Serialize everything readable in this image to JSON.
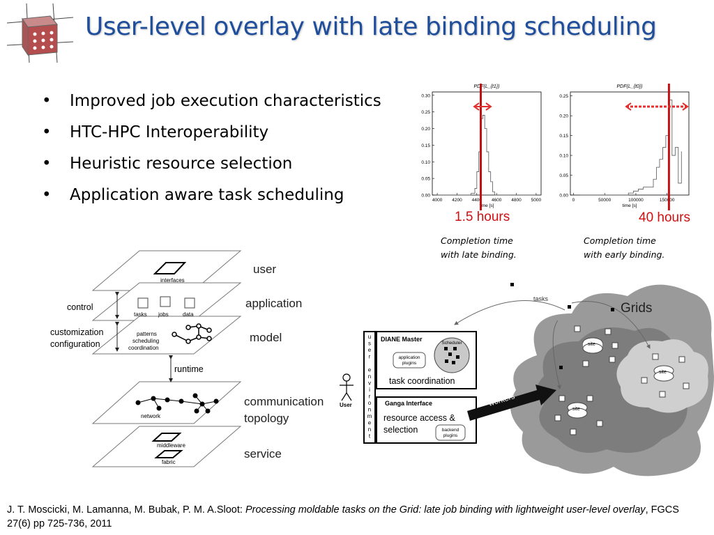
{
  "slide": {
    "title": "User-level overlay with late binding scheduling",
    "bullets": [
      "Improved job execution characteristics",
      "HTC-HPC Interoperability",
      "Heuristic resource selection",
      "Application aware task scheduling"
    ],
    "citation": {
      "authors": "J. T. Moscicki, M. Lamanna, M. Bubak, P. M. A.Sloot: ",
      "paper_title": "Processing moldable tasks on the Grid: late job binding with lightweight user-level overlay",
      "venue": ", FGCS 27(6) pp 725-736, 2011"
    }
  },
  "charts": {
    "late": {
      "title": "PDF(L_{t1})",
      "xlabel": "time [s]",
      "x_ticks": [
        "4000",
        "4200",
        "4400",
        "4600",
        "4800",
        "5000"
      ],
      "y_ticks": [
        "0.00",
        "0.05",
        "0.10",
        "0.15",
        "0.20",
        "0.25",
        "0.30"
      ],
      "marker_label": "1.5 hours",
      "caption_line1": "Completion time",
      "caption_line2": "with late binding."
    },
    "early": {
      "title": "PDF(L_{t0})",
      "xlabel": "time [s]",
      "x_ticks": [
        "0",
        "50000",
        "100000",
        "150000"
      ],
      "y_ticks": [
        "0.00",
        "0.05",
        "0.10",
        "0.15",
        "0.20",
        "0.25"
      ],
      "marker_label": "40 hours",
      "caption_line1": "Completion time",
      "caption_line2": "with early binding."
    }
  },
  "chart_data": [
    {
      "type": "line",
      "title": "PDF(L_{t1})",
      "xlabel": "time [s]",
      "xlim": [
        3950,
        5050
      ],
      "ylim": [
        0,
        0.31
      ],
      "x": [
        4000,
        4300,
        4340,
        4380,
        4400,
        4420,
        4440,
        4460,
        4480,
        4500,
        4520,
        4540,
        4560,
        4580,
        4600,
        5000
      ],
      "values": [
        0.0,
        0.0,
        0.005,
        0.02,
        0.07,
        0.13,
        0.23,
        0.24,
        0.2,
        0.13,
        0.07,
        0.04,
        0.01,
        0.0,
        0.0,
        0.0
      ]
    },
    {
      "type": "line",
      "title": "PDF(L_{t0})",
      "xlabel": "time [s]",
      "xlim": [
        -5000,
        185000
      ],
      "ylim": [
        0,
        0.26
      ],
      "x": [
        10000,
        80000,
        88000,
        96000,
        104000,
        112000,
        120000,
        128000,
        133000,
        138000,
        143000,
        148000,
        153000,
        158000,
        163000,
        168000,
        173000
      ],
      "values": [
        0.0,
        0.0,
        0.005,
        0.01,
        0.015,
        0.02,
        0.02,
        0.04,
        0.07,
        0.09,
        0.12,
        0.15,
        0.24,
        0.1,
        0.12,
        0.03,
        0.11
      ]
    }
  ],
  "diagram": {
    "layers": {
      "user": "user",
      "application": "application",
      "model": "model",
      "communication": "communication",
      "topology": "topology",
      "service": "service"
    },
    "plane_labels": {
      "interfaces": "interfaces",
      "tasks": "tasks",
      "jobs": "jobs",
      "data": "data",
      "patterns": "patterns",
      "scheduling": "scheduling",
      "coordination": "coordination",
      "network": "network",
      "middleware": "middleware",
      "fabric": "fabric"
    },
    "side_labels": {
      "control": "control",
      "customization": "customization",
      "configuration": "configuration",
      "runtime": "runtime"
    }
  },
  "architecture": {
    "user_label": "User",
    "user_env_letters": [
      "u",
      "s",
      "e",
      "r",
      "",
      "e",
      "n",
      "v",
      "i",
      "r",
      "o",
      "n",
      "m",
      "e",
      "n",
      "t"
    ],
    "diane_master": "DIANE Master",
    "scheduler": "Scheduler",
    "application_plugins_1": "application",
    "application_plugins_2": "plugins",
    "task_coordination": "task coordination",
    "ganga_interface": "Ganga Interface",
    "resource_access_1": "resource access &",
    "resource_access_2": "selection",
    "backend_plugins_1": "backend",
    "backend_plugins_2": "plugins",
    "workers": "workers",
    "tasks": "tasks",
    "grids": "Grids",
    "site": "site"
  },
  "colors": {
    "title": "#1f4e9c",
    "marker": "#c01010",
    "arrow": "#e03030"
  }
}
